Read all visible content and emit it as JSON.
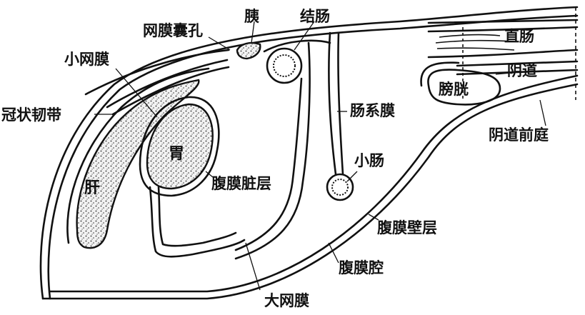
{
  "labels": {
    "omental_foramen": "网膜囊孔",
    "pancreas": "胰",
    "colon": "结肠",
    "rectum": "直肠",
    "lesser_omentum": "小网膜",
    "vagina": "阴道",
    "bladder": "膀胱",
    "coronary_ligament": "冠状韧带",
    "mesentery": "肠系膜",
    "vestibule": "阴道前庭",
    "stomach": "胃",
    "visceral_peritoneum": "腹膜脏层",
    "small_intestine": "小肠",
    "liver": "肝",
    "parietal_peritoneum": "腹膜壁层",
    "peritoneal_cavity": "腹膜腔",
    "greater_omentum": "大网膜"
  }
}
